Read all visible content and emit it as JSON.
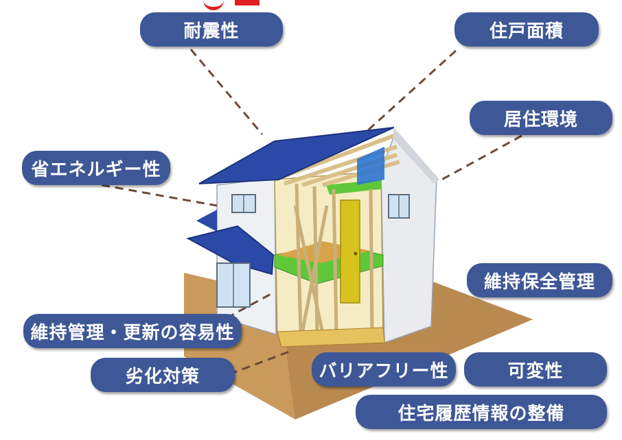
{
  "labels": {
    "seismic": "耐震性",
    "floor_area": "住戸面積",
    "living_env": "居住環境",
    "energy": "省エネルギー性",
    "maintenance_mgmt": "維持保全管理",
    "maintenance_ease": "維持管理・更新の容易性",
    "deterioration": "劣化対策",
    "barrier_free": "バリアフリー性",
    "variability": "可変性",
    "history": "住宅履歴情報の整備"
  },
  "colors": {
    "label_bg": "#3e5796",
    "roof": "#2b4aa8",
    "wall": "#eceff2",
    "floor_slab": "#5ec83a",
    "ground": "#c99a5c",
    "door": "#d8c21e",
    "leader": "#6b4a3a"
  }
}
